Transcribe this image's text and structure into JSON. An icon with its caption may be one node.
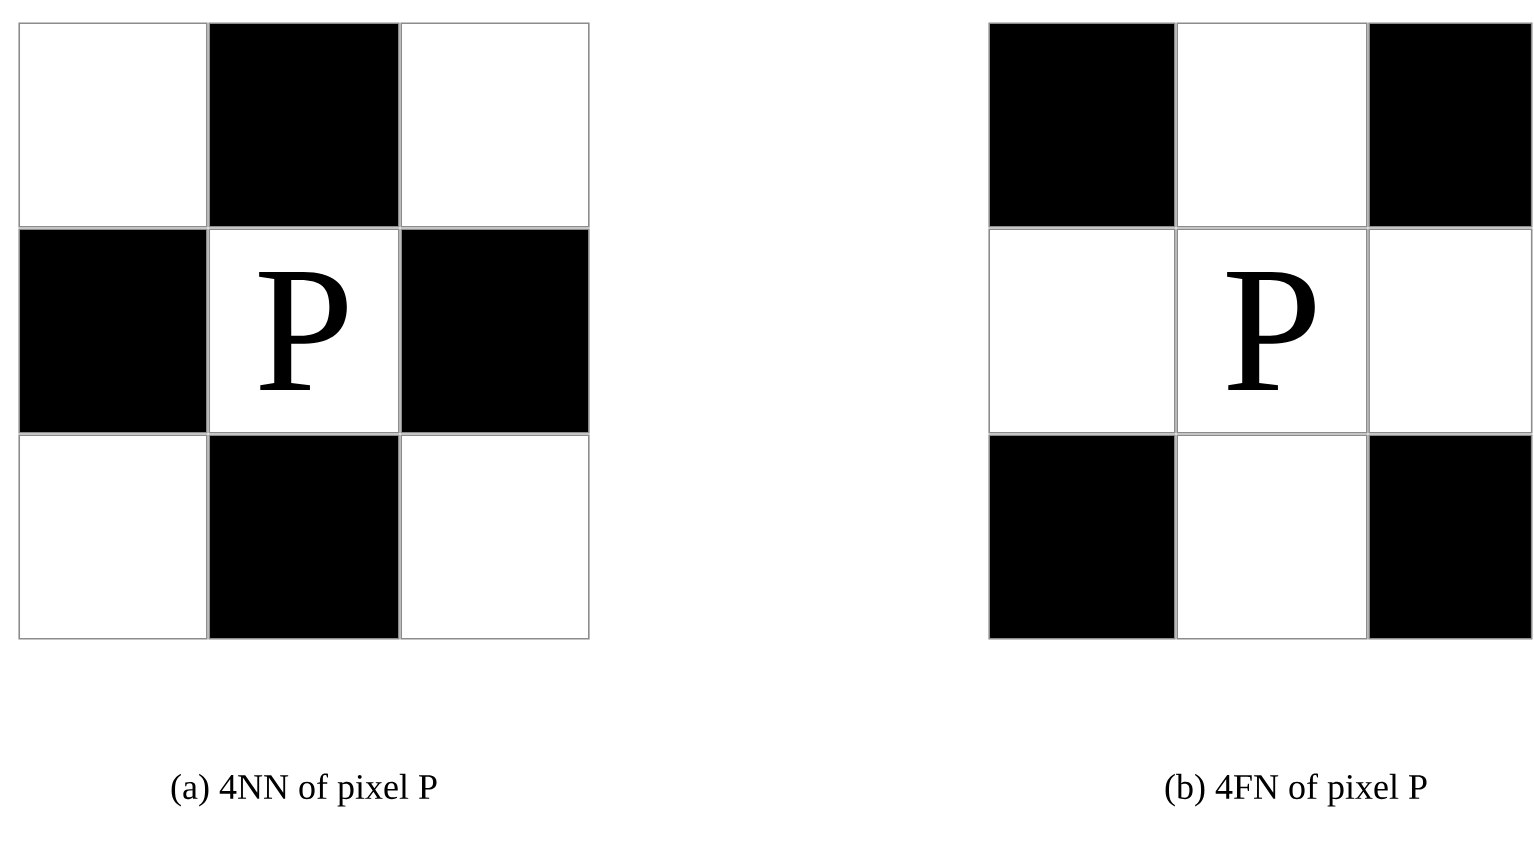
{
  "diagram": {
    "nodes": [
      {
        "text": [],
        "shape": "box"
      },
      {
        "text": [],
        "shape": "box"
      },
      {
        "text": [],
        "shape": "box"
      },
      {
        "text": [],
        "shape": "box"
      },
      {
        "text": [
          "P"
        ]
      },
      {
        "text": [],
        "shape": "box"
      },
      {
        "text": [],
        "shape": "box"
      },
      {
        "text": [],
        "shape": "box"
      },
      {
        "text": [],
        "shape": "box"
      },
      {
        "text": [],
        "shape": "box"
      },
      {
        "text": [],
        "shape": "box"
      },
      {
        "text": [],
        "shape": "box"
      },
      {
        "text": [],
        "shape": "box"
      },
      {
        "text": [
          "P"
        ]
      },
      {
        "text": [],
        "shape": "box"
      },
      {
        "text": [],
        "shape": "box"
      },
      {
        "text": [],
        "shape": "box"
      },
      {
        "text": [],
        "shape": "box"
      }
    ],
    "labels": [
      "(a) 4NN of pixel P",
      "(b) 4FN of pixel P"
    ]
  }
}
